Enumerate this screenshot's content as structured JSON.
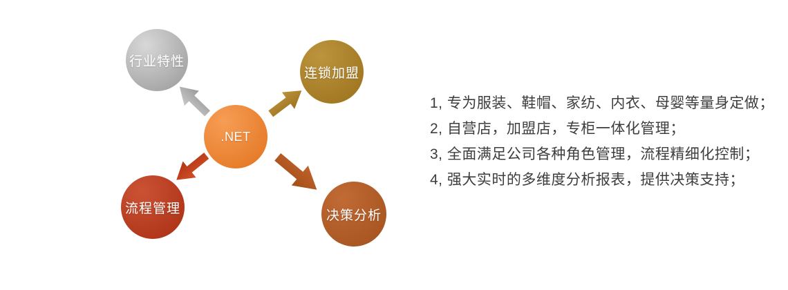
{
  "diagram": {
    "center": {
      "label": ".NET",
      "color_light": "#f79d55",
      "color_dark": "#e1731e"
    },
    "nodes": [
      {
        "id": "industry",
        "label": "行业特性",
        "color_light": "#d8d8d8",
        "color_dark": "#989898"
      },
      {
        "id": "chain",
        "label": "连锁加盟",
        "color_light": "#bd943e",
        "color_dark": "#9a711a"
      },
      {
        "id": "process",
        "label": "流程管理",
        "color_light": "#cb5334",
        "color_dark": "#a92d12"
      },
      {
        "id": "analysis",
        "label": "决策分析",
        "color_light": "#c16a35",
        "color_dark": "#a2511d"
      }
    ],
    "arrows": [
      {
        "target": "industry",
        "color_light": "#c9c9c9",
        "color_dark": "#9a9a9a"
      },
      {
        "target": "chain",
        "color_light": "#bb923c",
        "color_dark": "#9d741c"
      },
      {
        "target": "process",
        "color_light": "#cf5028",
        "color_dark": "#b33414"
      },
      {
        "target": "analysis",
        "color_light": "#c0622c",
        "color_dark": "#a54e18"
      }
    ]
  },
  "features": {
    "text_color": "#3d3d3d",
    "items": [
      "1, 专为服装、鞋帽、家纺、内衣、母婴等量身定做；",
      "2, 自营店，加盟店，专柜一体化管理；",
      "3, 全面满足公司各种角色管理，流程精细化控制；",
      "4, 强大实时的多维度分析报表，提供决策支持；"
    ]
  }
}
